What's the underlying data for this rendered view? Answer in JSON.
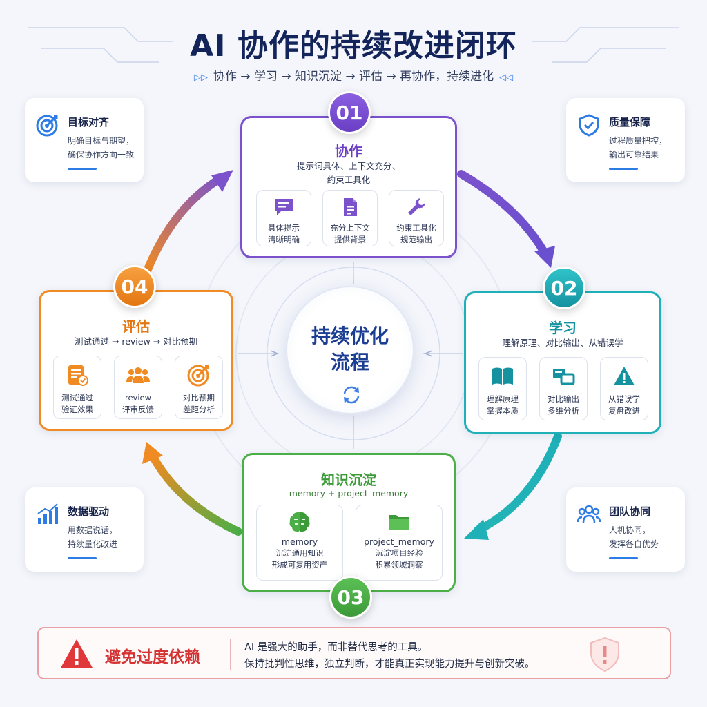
{
  "title": "AI 协作的持续改进闭环",
  "subtitle": "协作 → 学习 → 知识沉淀 → 评估 → 再协作，持续进化",
  "center": {
    "line1": "持续优化",
    "line2": "流程"
  },
  "colors": {
    "purple": "#7b52cc",
    "teal": "#1fb0b8",
    "green": "#4cae46",
    "orange": "#f08a22",
    "blue": "#2d7be4",
    "red": "#d53333"
  },
  "side_cards": {
    "goal": {
      "icon": "target-icon",
      "title": "目标对齐",
      "line1": "明确目标与期望，",
      "line2": "确保协作方向一致"
    },
    "quality": {
      "icon": "shield-check-icon",
      "title": "质量保障",
      "line1": "过程质量把控，",
      "line2": "输出可靠结果"
    },
    "data": {
      "icon": "bar-chart-icon",
      "title": "数据驱动",
      "line1": "用数据说话，",
      "line2": "持续量化改进"
    },
    "team": {
      "icon": "team-icon",
      "title": "团队协同",
      "line1": "人机协同，",
      "line2": "发挥各自优势"
    }
  },
  "steps": {
    "s1": {
      "num": "01",
      "title": "协作",
      "desc1": "提示词具体、上下文充分、",
      "desc2": "约束工具化",
      "items": [
        {
          "icon": "chat-icon",
          "l1": "具体提示",
          "l2": "清晰明确"
        },
        {
          "icon": "document-icon",
          "l1": "充分上下文",
          "l2": "提供背景"
        },
        {
          "icon": "wrench-icon",
          "l1": "约束工具化",
          "l2": "规范输出"
        }
      ]
    },
    "s2": {
      "num": "02",
      "title": "学习",
      "desc1": "理解原理、对比输出、从错误学",
      "items": [
        {
          "icon": "book-icon",
          "l1": "理解原理",
          "l2": "掌握本质"
        },
        {
          "icon": "compare-icon",
          "l1": "对比输出",
          "l2": "多维分析"
        },
        {
          "icon": "warning-icon",
          "l1": "从错误学",
          "l2": "复盘改进"
        }
      ]
    },
    "s3": {
      "num": "03",
      "title": "知识沉淀",
      "desc1": "memory + project_memory",
      "items": [
        {
          "icon": "brain-icon",
          "l0": "memory",
          "l1": "沉淀通用知识",
          "l2": "形成可复用资产"
        },
        {
          "icon": "folder-icon",
          "l0": "project_memory",
          "l1": "沉淀项目经验",
          "l2": "积累领域洞察"
        }
      ]
    },
    "s4": {
      "num": "04",
      "title": "评估",
      "desc1": "测试通过 → review → 对比预期",
      "items": [
        {
          "icon": "checklist-icon",
          "l1": "测试通过",
          "l2": "验证效果"
        },
        {
          "icon": "people-icon",
          "l1": "review",
          "l2": "评审反馈"
        },
        {
          "icon": "target-icon",
          "l1": "对比预期",
          "l2": "差距分析"
        }
      ]
    }
  },
  "warning": {
    "title": "避免过度依赖",
    "line1": "AI 是强大的助手，而非替代思考的工具。",
    "line2": "保持批判性思维，独立判断，才能真正实现能力提升与创新突破。"
  }
}
